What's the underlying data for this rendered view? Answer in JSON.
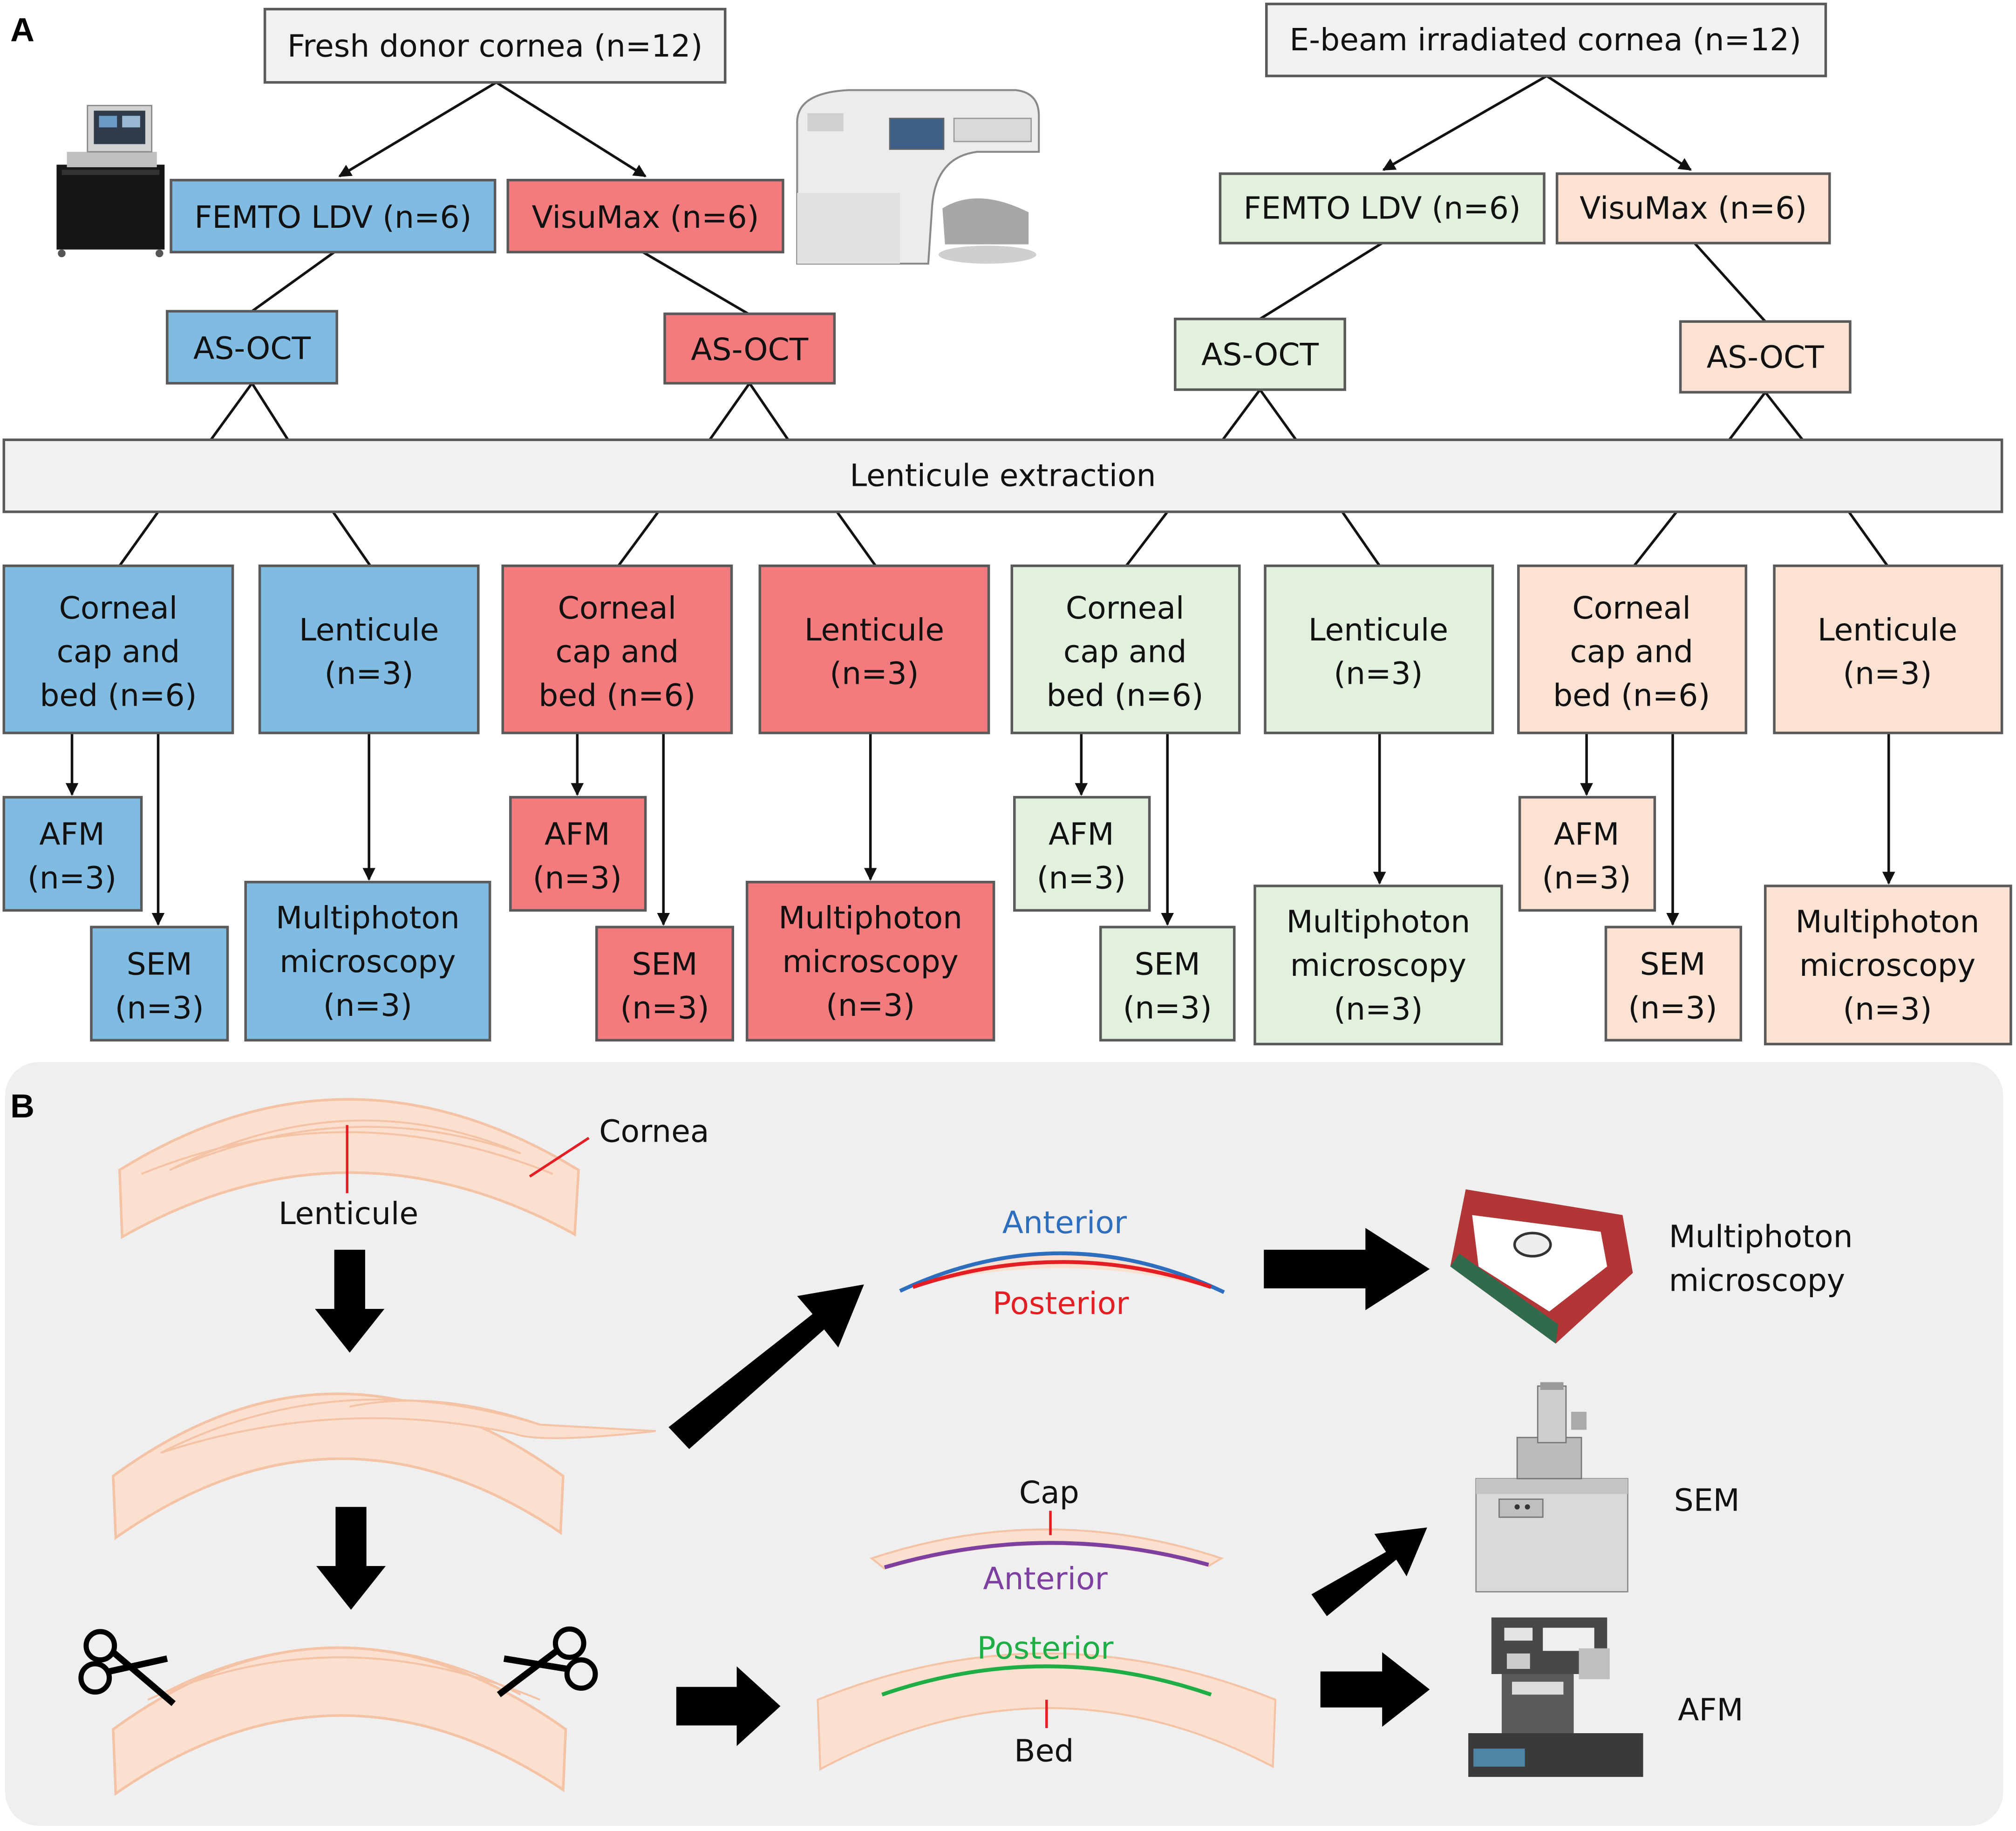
{
  "panel_a_label": "A",
  "panel_b_label": "B",
  "colors": {
    "blue": "#80BCE2",
    "red": "#F37B7E",
    "green": "#E1F1DD",
    "peach": "#FCE2D3",
    "grey_box": "#F1F1F1",
    "panel_b_bg": "#EFEFEF",
    "tissue": "#FBE0CF",
    "tissue_stroke": "#F4C2A4",
    "anterior_blue": "#2E6EBE",
    "posterior_red": "#E31E24",
    "anterior_purple": "#7D3FA0",
    "posterior_green": "#1FAE45"
  },
  "panel_a": {
    "fresh_root": "Fresh donor cornea (n=12)",
    "ebeam_root": "E-beam irradiated cornea (n=12)",
    "femto": "FEMTO LDV (n=6)",
    "visumax": "VisuMax (n=6)",
    "asoct": "AS-OCT",
    "extraction": "Lenticule extraction",
    "cap_bed": [
      "Corneal",
      "cap and",
      "bed (n=6)"
    ],
    "lenticule": [
      "Lenticule",
      "(n=3)"
    ],
    "afm": [
      "AFM",
      "(n=3)"
    ],
    "sem": [
      "SEM",
      "(n=3)"
    ],
    "multiphoton": [
      "Multiphoton",
      "microscopy",
      "(n=3)"
    ],
    "device_icons": [
      "femto-ldv-device-icon",
      "visumax-device-icon"
    ]
  },
  "panel_b": {
    "cornea": "Cornea",
    "lenticule": "Lenticule",
    "anterior_top": "Anterior",
    "posterior_top": "Posterior",
    "cap": "Cap",
    "anterior_cap": "Anterior",
    "posterior_bed": "Posterior",
    "bed": "Bed",
    "multiphoton": [
      "Multiphoton",
      "microscopy"
    ],
    "sem": "SEM",
    "afm": "AFM",
    "icons": [
      "scissors-icon",
      "multiphoton-dish-icon",
      "sem-instrument-icon",
      "afm-instrument-icon"
    ]
  }
}
